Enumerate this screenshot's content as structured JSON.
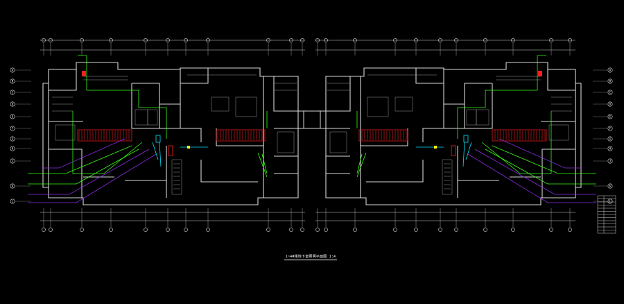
{
  "drawing": {
    "title": "1~4#楼地下室照明平面图 1:4",
    "background": "#000000",
    "colors": {
      "wall": "#d8d8d8",
      "dimension": "#cfcfcf",
      "grid": "#e0e0e0",
      "lighting_wire": "#39ff14",
      "power_wire": "#00e5ff",
      "weak_current_wire": "#8a2be2",
      "equipment": "#ff2020",
      "text": "#ffffff",
      "annotation": "#ffff00"
    }
  },
  "axis_labels": {
    "left": [
      "A",
      "B",
      "C",
      "D",
      "E",
      "F",
      "G",
      "H",
      "J",
      "K",
      "L"
    ],
    "right": [
      "A",
      "B",
      "C",
      "D",
      "E",
      "F",
      "G",
      "H",
      "J",
      "K",
      "L"
    ]
  },
  "legend_table": {
    "rows": 12
  },
  "icons": [
    "room-fixture-icon",
    "stair-icon",
    "elevator-icon",
    "distribution-box-icon"
  ]
}
